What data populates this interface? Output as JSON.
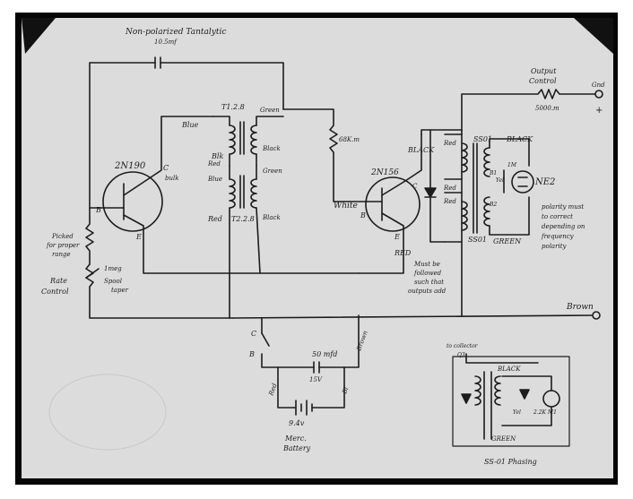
{
  "colors": {
    "background": "#ffffff",
    "mat": "#050505",
    "paper": "#dcdcdc",
    "ink": "#1c1c1c"
  },
  "labels": {
    "top_cap_line1": "Non-polarized Tantalytic",
    "top_cap_line2": "10.5mf",
    "t1_num": "T1.2.8",
    "t2_num": "T2.2.8",
    "blue": "Blue",
    "green_top": "Green",
    "blk": "Blk",
    "black_small": "Black",
    "green_mid": "Green",
    "red_t1": "Red",
    "blue2": "Blue",
    "red_t2": "Red",
    "black_t2": "Black",
    "q1_name": "2N190",
    "q1_c": "C",
    "q1_b": "B",
    "q1_e": "E",
    "q1_bulk": "bulk",
    "picked_1": "Picked",
    "picked_2": "for proper",
    "picked_3": "range",
    "rate_1": "Rate",
    "rate_2": "Control",
    "pot_1": "1meg",
    "pot_2": "Spool",
    "pot_3": "taper",
    "r68k": "68K.m",
    "white": "White",
    "q2_name": "2N156",
    "q2_c": "C",
    "q2_b": "B",
    "q2_e": "E",
    "black_q2": "BLACK",
    "red_q2": "RED",
    "red_a": "Red",
    "red_b": "Red",
    "red_c": "Red",
    "ss01_top": "SS01",
    "black_ss01": "BLACK",
    "ss01_bottom": "SS01",
    "green_ss01": "GREEN",
    "yellow": "Yel",
    "res_small": "1M",
    "ne2": "NE2",
    "polarity_1": "polarity must",
    "polarity_2": "to correct",
    "polarity_3": "depending on",
    "polarity_4": "frequency",
    "polarity_5": "polarity",
    "must_1": "Must be",
    "must_2": "followed",
    "must_3": "such that",
    "must_4": "outputs add",
    "output_1": "Output",
    "output_2": "Control",
    "output_r": "5000.m",
    "out_gnd": "Gnd",
    "out_plus": "+",
    "brown": "Brown",
    "cap50": "50 mfd",
    "cap15v": "15V",
    "c_lbl": "C",
    "b_lbl": "B",
    "brown_small": "Brown",
    "red_small": "Red",
    "bl_small": "Bl",
    "battery_v": "9.4v",
    "battery_1": "Merc.",
    "battery_2": "Battery",
    "to_collector": "to collector",
    "q3": "Q3",
    "black_inset": "BLACK",
    "yel_inset": "Yel",
    "res_inset": "2.2K M1",
    "green_inset": "GREEN",
    "inset_bottom": "SS-01 Phasing",
    "b1": "B1",
    "b2": "B2"
  }
}
